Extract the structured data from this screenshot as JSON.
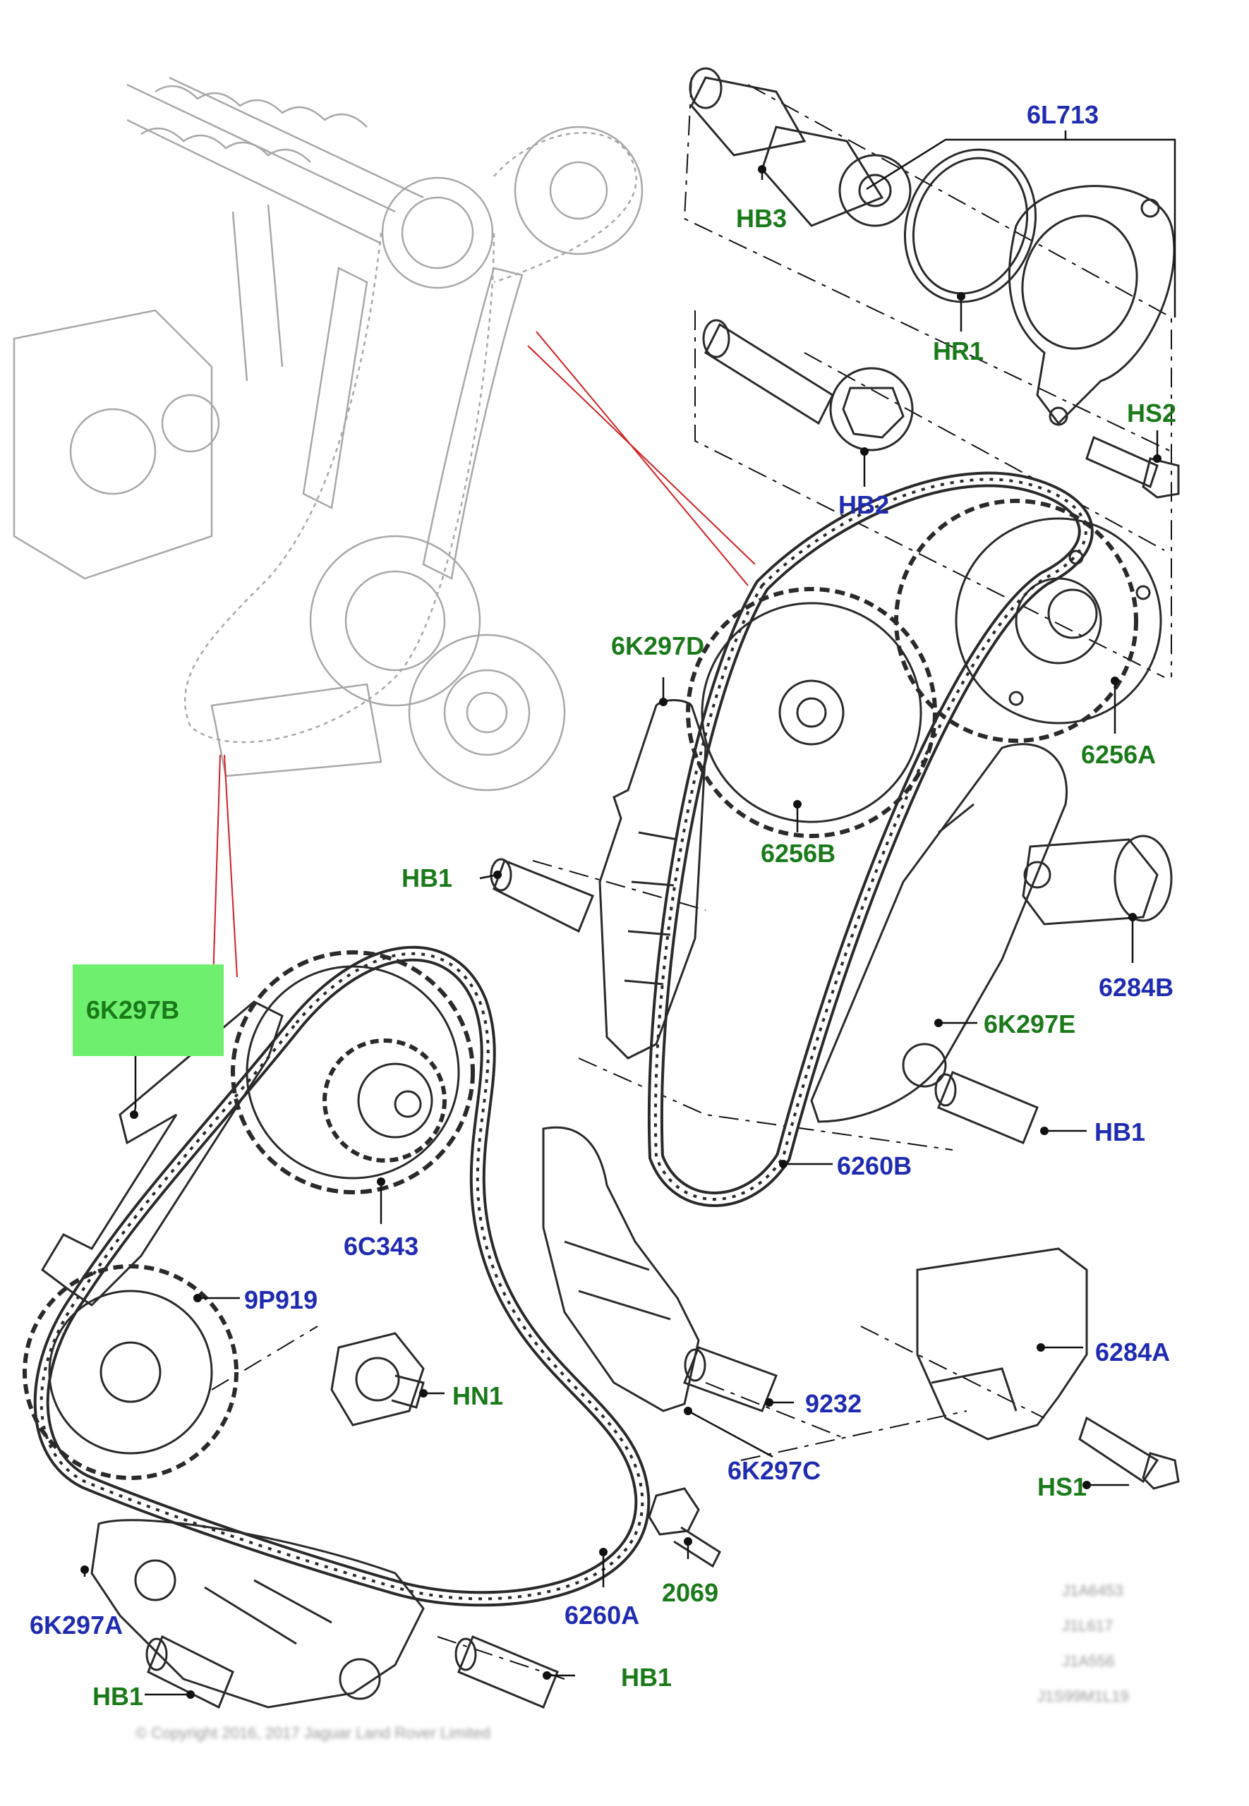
{
  "colors": {
    "label_green": "#1a7a1a",
    "label_blue": "#1f2bb0",
    "highlight": "#6ef06e",
    "pointer_red": "#d02020"
  },
  "labels": [
    {
      "id": "6L713",
      "text": "6L713",
      "color": "blue"
    },
    {
      "id": "HB3",
      "text": "HB3",
      "color": "green"
    },
    {
      "id": "HR1",
      "text": "HR1",
      "color": "green"
    },
    {
      "id": "HS2",
      "text": "HS2",
      "color": "green"
    },
    {
      "id": "HB2",
      "text": "HB2",
      "color": "blue"
    },
    {
      "id": "6K297D",
      "text": "6K297D",
      "color": "green"
    },
    {
      "id": "6256A",
      "text": "6256A",
      "color": "green"
    },
    {
      "id": "6256B",
      "text": "6256B",
      "color": "green"
    },
    {
      "id": "HB1_a",
      "text": "HB1",
      "color": "green"
    },
    {
      "id": "6284B",
      "text": "6284B",
      "color": "blue"
    },
    {
      "id": "6K297B",
      "text": "6K297B",
      "color": "green",
      "highlighted": true
    },
    {
      "id": "6K297E",
      "text": "6K297E",
      "color": "green"
    },
    {
      "id": "HB1_b",
      "text": "HB1",
      "color": "blue"
    },
    {
      "id": "6260B",
      "text": "6260B",
      "color": "blue"
    },
    {
      "id": "6C343",
      "text": "6C343",
      "color": "blue"
    },
    {
      "id": "9P919",
      "text": "9P919",
      "color": "blue"
    },
    {
      "id": "6284A",
      "text": "6284A",
      "color": "blue"
    },
    {
      "id": "HN1",
      "text": "HN1",
      "color": "green"
    },
    {
      "id": "9232",
      "text": "9232",
      "color": "blue"
    },
    {
      "id": "6K297C",
      "text": "6K297C",
      "color": "blue"
    },
    {
      "id": "HS1",
      "text": "HS1",
      "color": "green"
    },
    {
      "id": "2069",
      "text": "2069",
      "color": "green"
    },
    {
      "id": "6K297A",
      "text": "6K297A",
      "color": "blue"
    },
    {
      "id": "6260A",
      "text": "6260A",
      "color": "blue"
    },
    {
      "id": "HB1_c",
      "text": "HB1",
      "color": "green"
    },
    {
      "id": "HB1_d",
      "text": "HB1",
      "color": "green"
    }
  ],
  "watermark": {
    "copyright": "© Copyright 2016, 2017 Jaguar Land Rover Limited",
    "codes": [
      "J1A6453",
      "J1L617",
      "J1A556",
      "J1S99M1L19"
    ]
  }
}
